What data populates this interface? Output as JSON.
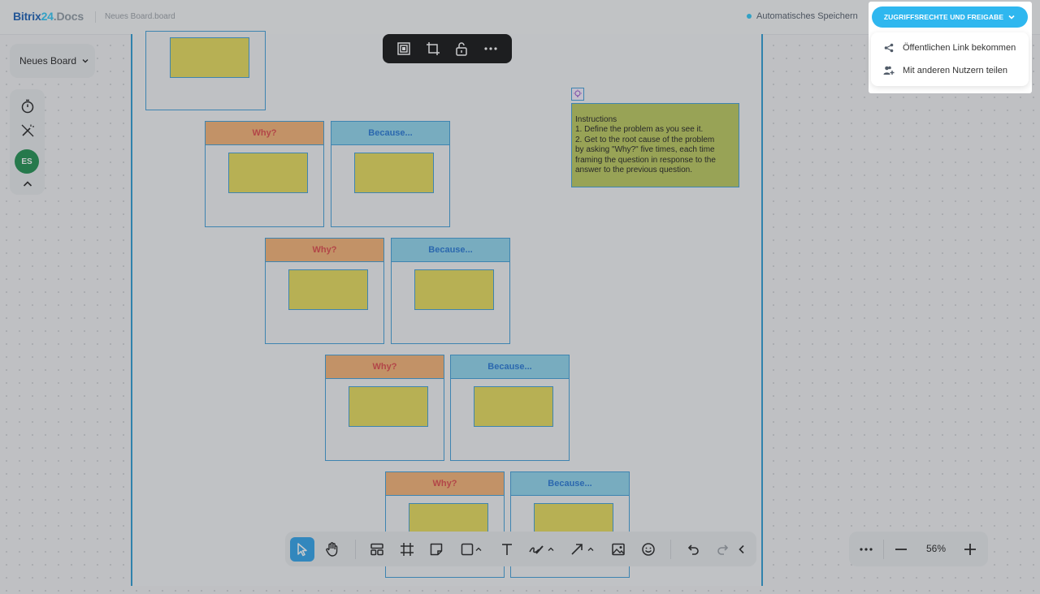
{
  "header": {
    "logo_brand": "Bitrix",
    "logo_number": "24",
    "logo_suffix": ".Docs",
    "file_name": "Neues Board.board",
    "autosave_label": "Automatisches Speichern",
    "share_button_label": "ZUGRIFFSRECHTE UND FREIGABE"
  },
  "share_menu": {
    "items": [
      {
        "label": "Öffentlichen Link bekommen",
        "icon": "share-icon"
      },
      {
        "label": "Mit anderen Nutzern teilen",
        "icon": "add-users-icon"
      }
    ]
  },
  "board_selector": {
    "label": "Neues Board"
  },
  "left_tools": {
    "avatar_initials": "ES"
  },
  "board": {
    "frames": [
      {
        "header": "Why?"
      },
      {
        "header": "Because..."
      },
      {
        "header": "Why?"
      },
      {
        "header": "Because..."
      },
      {
        "header": "Why?"
      },
      {
        "header": "Because..."
      },
      {
        "header": "Why?"
      },
      {
        "header": "Because..."
      }
    ],
    "instructions_lines": [
      "Instructions",
      "1. Define the problem as you see it.",
      "2. Get to the root cause of the problem",
      "by asking \"Why?\" five times, each time",
      "framing the question in response to the",
      "answer to the previous question."
    ]
  },
  "zoom": {
    "level": "56%"
  },
  "colors": {
    "accent": "#2fb7ef",
    "frame_border": "#3f9fd8",
    "why_header": "#f6b273",
    "because_header": "#8fd6ee",
    "sticky_note": "#e6dc59",
    "avatar": "#1e8f4e"
  }
}
